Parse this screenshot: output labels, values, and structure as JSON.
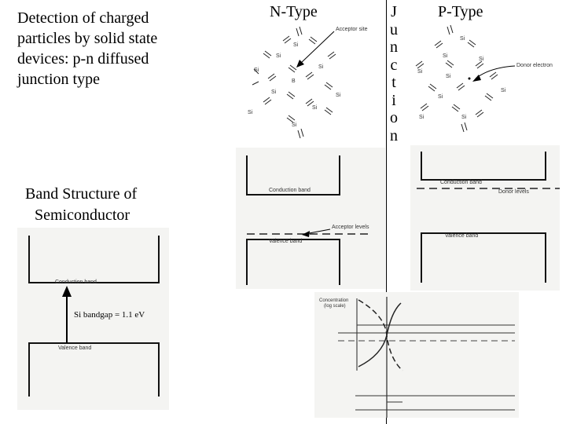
{
  "slide": {
    "title": "Detection of charged particles by solid state devices: p-n diffused junction type",
    "band_heading_line1": "Band Structure of",
    "band_heading_line2": "Semiconductor",
    "n_type_label": "N-Type",
    "p_type_label": "P-Type",
    "junction_letters": [
      "J",
      "u",
      "n",
      "c",
      "t",
      "i",
      "o",
      "n"
    ]
  },
  "band_diagram": {
    "conduction_label": "Conduction band",
    "valence_label": "Valence band",
    "gap_label": "Si bandgap = 1.1 eV"
  },
  "n_lattice": {
    "acceptor_site": "Acceptor site",
    "atoms": [
      "Si",
      "Si",
      "Si",
      "Si",
      "B",
      "Si",
      "Si",
      "Si",
      "Si",
      "Si"
    ]
  },
  "n_bands": {
    "conduction_label": "Conduction band",
    "acceptor_levels": "Acceptor levels",
    "valence_label": "Valence band"
  },
  "p_lattice": {
    "donor_electron": "Donor electron",
    "atoms": [
      "Si",
      "Si",
      "Si",
      "Si",
      "Si",
      "Si",
      "Si",
      "Si",
      "Si"
    ]
  },
  "p_bands": {
    "conduction_label": "Conduction band",
    "donor_levels": "Donor levels",
    "valence_label": "Valence band"
  },
  "junction_plot": {
    "ylabel_line1": "Concentration",
    "ylabel_line2": "(log scale)"
  }
}
